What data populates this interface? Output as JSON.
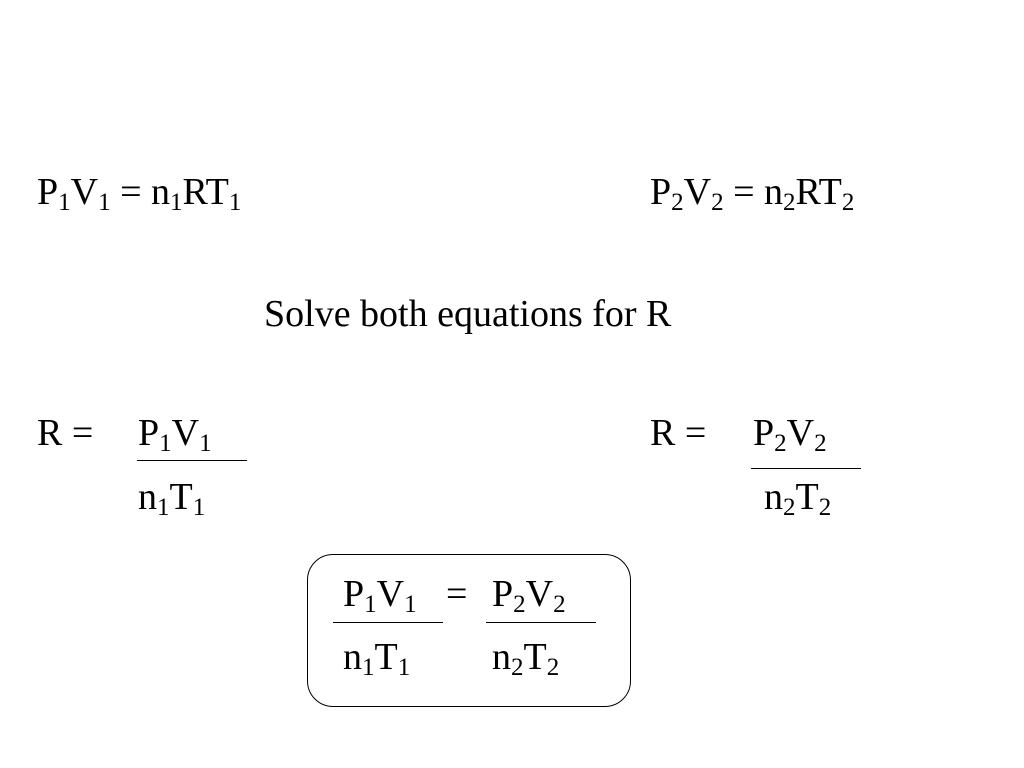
{
  "slide": {
    "eq1": {
      "a": "P",
      "as": "1",
      "b": "V",
      "bs": "1",
      "eq": " = ",
      "c": "n",
      "cs": "1",
      "d": "RT",
      "ds": "1"
    },
    "eq2": {
      "a": "P",
      "as": "2",
      "b": "V",
      "bs": "2",
      "eq": " = ",
      "c": "n",
      "cs": "2",
      "d": "RT",
      "ds": "2"
    },
    "instruction": "Solve both equations for R",
    "r1": {
      "label": "R =",
      "num": {
        "a": "P",
        "as": "1",
        "b": "V",
        "bs": "1"
      },
      "den": {
        "a": "n",
        "as": "1",
        "b": "T",
        "bs": "1"
      }
    },
    "r2": {
      "label": "R =",
      "num": {
        "a": "P",
        "as": "2",
        "b": "V",
        "bs": "2"
      },
      "den": {
        "a": "n",
        "as": "2",
        "b": "T",
        "bs": "2"
      }
    },
    "combined": {
      "left_num": {
        "a": "P",
        "as": "1",
        "b": "V",
        "bs": "1"
      },
      "left_den": {
        "a": "n",
        "as": "1",
        "b": "T",
        "bs": "1"
      },
      "equals": "=",
      "right_num": {
        "a": "P",
        "as": "2",
        "b": "V",
        "bs": "2"
      },
      "right_den": {
        "a": "n",
        "as": "2",
        "b": "T",
        "bs": "2"
      }
    }
  }
}
